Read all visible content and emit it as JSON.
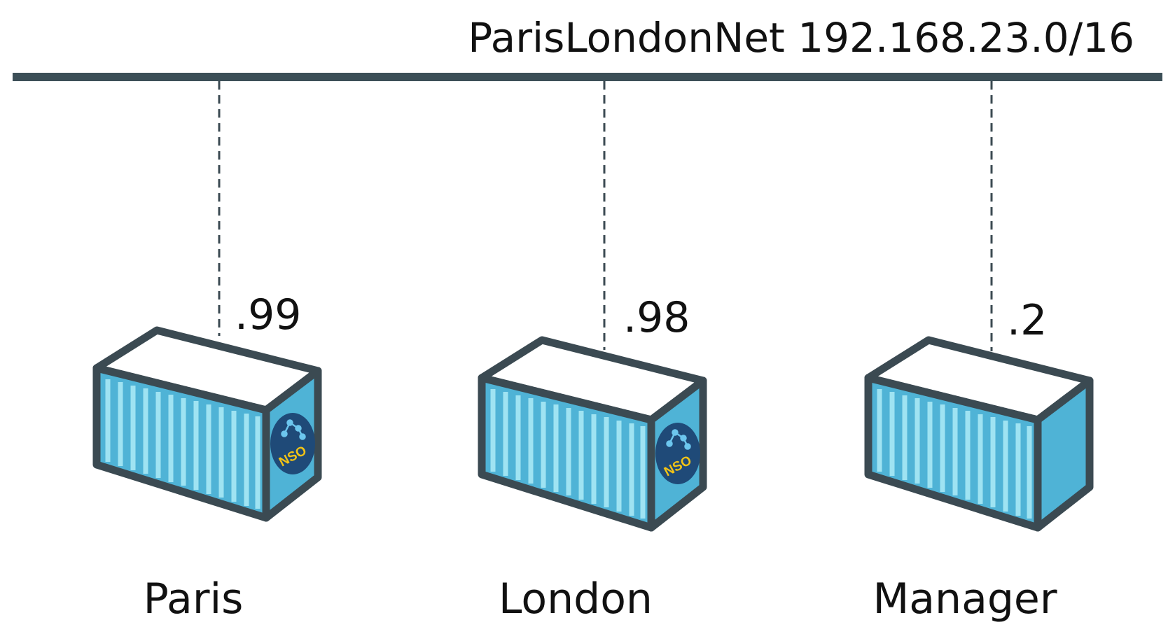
{
  "network": {
    "label": "ParisLondonNet 192.168.23.0/16"
  },
  "nodes": [
    {
      "name": "Paris",
      "ip": ".99",
      "nso_badge": true,
      "badge_text": "NSO"
    },
    {
      "name": "London",
      "ip": ".98",
      "nso_badge": true,
      "badge_text": "NSO"
    },
    {
      "name": "Manager",
      "ip": ".2",
      "nso_badge": false
    }
  ],
  "colors": {
    "bus": "#3c4f57",
    "outline": "#3b4a52",
    "container_blue": "#4fb3d6",
    "container_stripe": "#9fe3f2",
    "container_top": "#ffffff",
    "badge_bg": "#1f4a78",
    "badge_text": "#f2c316",
    "badge_icon": "#6cc6ee"
  },
  "icons": [
    "shipping-container-icon",
    "nso-logo-icon"
  ]
}
